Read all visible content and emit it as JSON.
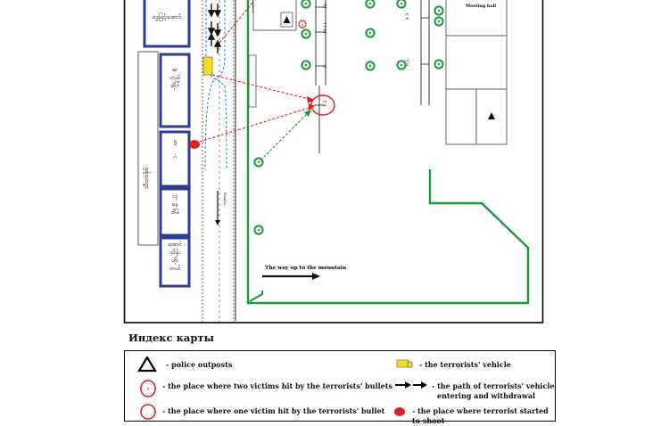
{
  "map": {
    "buildings": {
      "b1": "ဒွေမြင့်အောင်",
      "b2": "ဆ\nတည်\nဆိုင်",
      "b3": "ရှု\n\nဂဲ",
      "b4": "လု\nနေ\nအိမ်",
      "b5": "အောင်\nသိန်း\nဟိုး\nတယ်"
    },
    "side_label": "သီတာစိုင်",
    "meeting_hall": "Meeting hall",
    "way_text": "The way up to the mountain",
    "road_text": "Road to ..."
  },
  "index": {
    "title": "Индекс карты",
    "items": {
      "police": "- police outposts",
      "vehicle": "- the terrorists' vehicle",
      "victims": "- the place where two victims hit by the terrorists' bullets",
      "path": "- the path of terrorists' vehicle",
      "path2": "entering and withdrawal",
      "row3a": "- the place where one victim hit by the terrorists' bullet",
      "row3b": "- the place where terrorist started to shoot"
    }
  },
  "colors": {
    "green": "#1a9a3a",
    "navy": "#2b3d8f",
    "red": "#e02020",
    "blue": "#2a7fd4",
    "yellow": "#f2e11a"
  }
}
